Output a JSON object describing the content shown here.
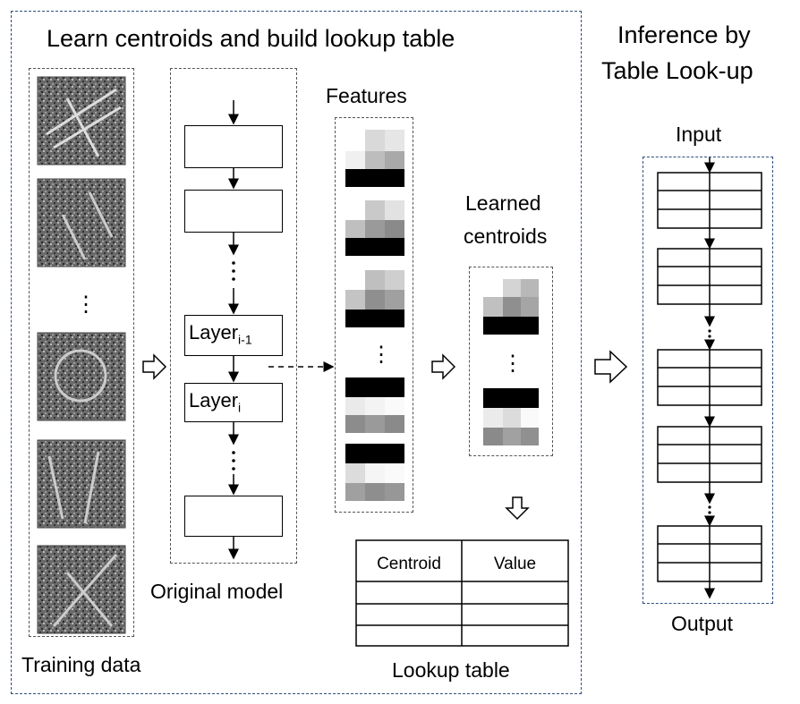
{
  "left_panel": {
    "title": "Learn centroids and build lookup table",
    "training_label": "Training data",
    "original_model_label": "Original model",
    "features_label": "Features",
    "centroids_label_line1": "Learned",
    "centroids_label_line2": "centroids",
    "lookup_table_label": "Lookup table",
    "layer_prev": {
      "name": "Layer",
      "sub": "i-1"
    },
    "layer_cur": {
      "name": "Layer",
      "sub": "i"
    },
    "table_headers": [
      "Centroid",
      "Value"
    ],
    "ellipsis": "⋮"
  },
  "right_panel": {
    "title_line1": "Inference by",
    "title_line2": "Table Look-up",
    "input_label": "Input",
    "output_label": "Output"
  },
  "colors": {
    "border_blue": "#2f4f7f",
    "stroke": "#000000"
  }
}
